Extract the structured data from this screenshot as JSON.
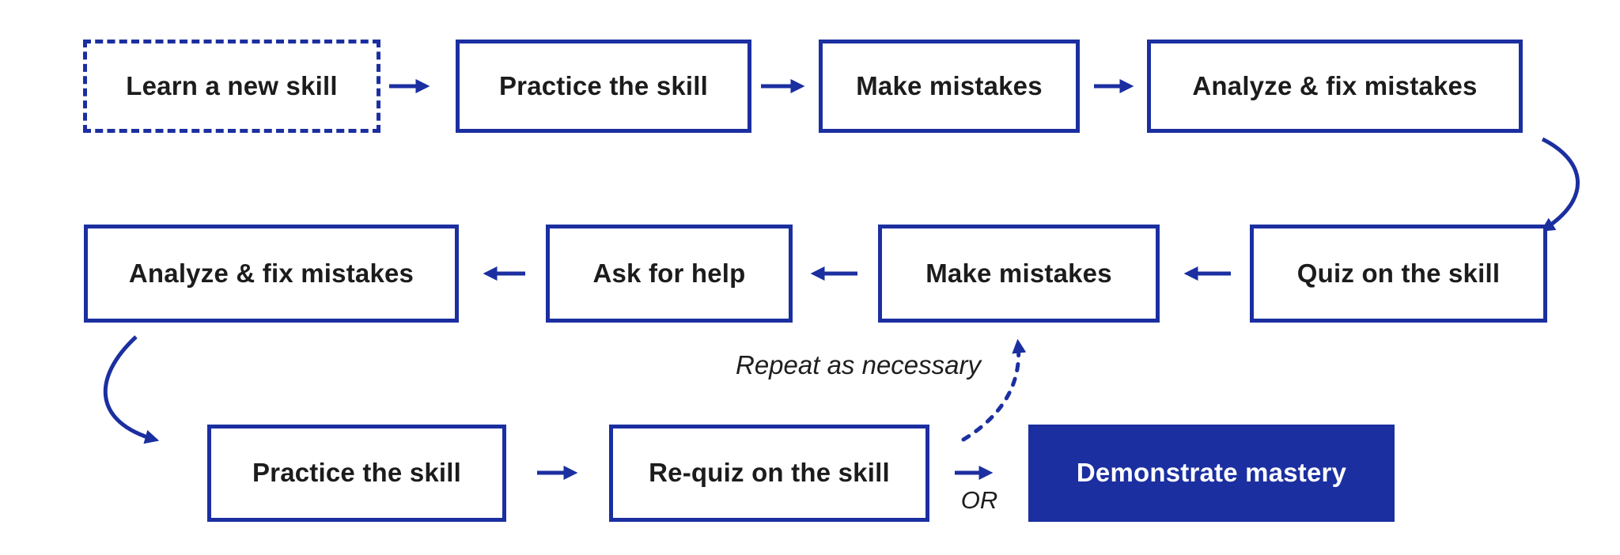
{
  "flowchart": {
    "colors": {
      "accent": "#1b2fa0",
      "background": "#ffffff",
      "text": "#1c1c1c",
      "inverse_text": "#ffffff"
    },
    "nodes": [
      {
        "id": "learn-new-skill",
        "label": "Learn a new skill",
        "variant": "dashed"
      },
      {
        "id": "practice-skill-1",
        "label": "Practice the skill",
        "variant": "outline"
      },
      {
        "id": "make-mistakes-1",
        "label": "Make mistakes",
        "variant": "outline"
      },
      {
        "id": "analyze-fix-1",
        "label": "Analyze & fix mistakes",
        "variant": "outline"
      },
      {
        "id": "quiz-on-skill",
        "label": "Quiz on the skill",
        "variant": "outline"
      },
      {
        "id": "make-mistakes-2",
        "label": "Make mistakes",
        "variant": "outline"
      },
      {
        "id": "ask-for-help",
        "label": "Ask for help",
        "variant": "outline"
      },
      {
        "id": "analyze-fix-2",
        "label": "Analyze & fix mistakes",
        "variant": "outline"
      },
      {
        "id": "practice-skill-2",
        "label": "Practice the skill",
        "variant": "outline"
      },
      {
        "id": "requiz-on-skill",
        "label": "Re-quiz on the skill",
        "variant": "outline"
      },
      {
        "id": "demonstrate-mastery",
        "label": "Demonstrate mastery",
        "variant": "filled"
      }
    ],
    "annotations": {
      "repeat": "Repeat as necessary",
      "or": "OR"
    },
    "connections": [
      {
        "from": "learn-new-skill",
        "to": "practice-skill-1",
        "style": "solid-straight"
      },
      {
        "from": "practice-skill-1",
        "to": "make-mistakes-1",
        "style": "solid-straight"
      },
      {
        "from": "make-mistakes-1",
        "to": "analyze-fix-1",
        "style": "solid-straight"
      },
      {
        "from": "analyze-fix-1",
        "to": "quiz-on-skill",
        "style": "solid-curved"
      },
      {
        "from": "quiz-on-skill",
        "to": "make-mistakes-2",
        "style": "solid-straight"
      },
      {
        "from": "make-mistakes-2",
        "to": "ask-for-help",
        "style": "solid-straight"
      },
      {
        "from": "ask-for-help",
        "to": "analyze-fix-2",
        "style": "solid-straight"
      },
      {
        "from": "analyze-fix-2",
        "to": "practice-skill-2",
        "style": "solid-curved"
      },
      {
        "from": "practice-skill-2",
        "to": "requiz-on-skill",
        "style": "solid-straight"
      },
      {
        "from": "requiz-on-skill",
        "to": "demonstrate-mastery",
        "style": "solid-straight",
        "label": "OR"
      },
      {
        "from": "requiz-on-skill",
        "to": "make-mistakes-2",
        "style": "dashed-curved",
        "label": "Repeat as necessary"
      }
    ]
  }
}
